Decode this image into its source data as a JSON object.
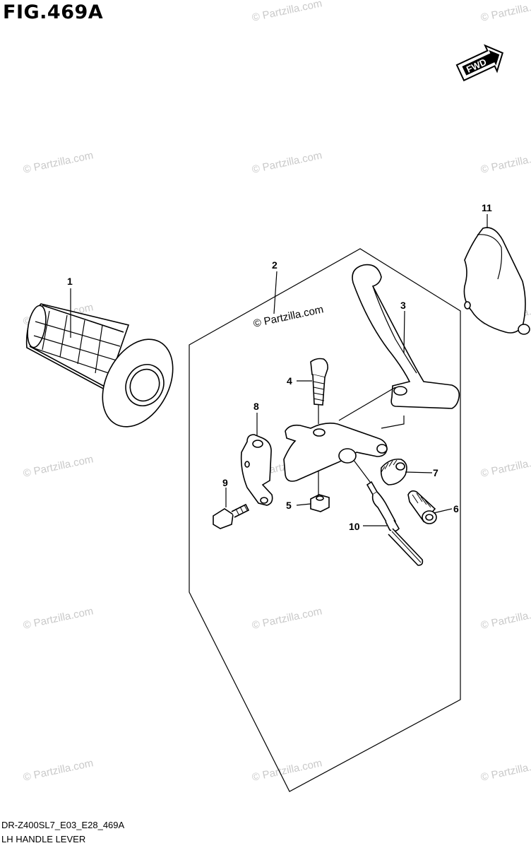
{
  "figure": {
    "title": "FIG.469A",
    "code": "DR-Z400SL7_E03_E28_469A",
    "description": "LH HANDLE LEVER",
    "direction_label": "FWD"
  },
  "watermark": "© Partzilla.com",
  "callouts": [
    "1",
    "2",
    "3",
    "4",
    "5",
    "6",
    "7",
    "8",
    "9",
    "10",
    "11"
  ]
}
